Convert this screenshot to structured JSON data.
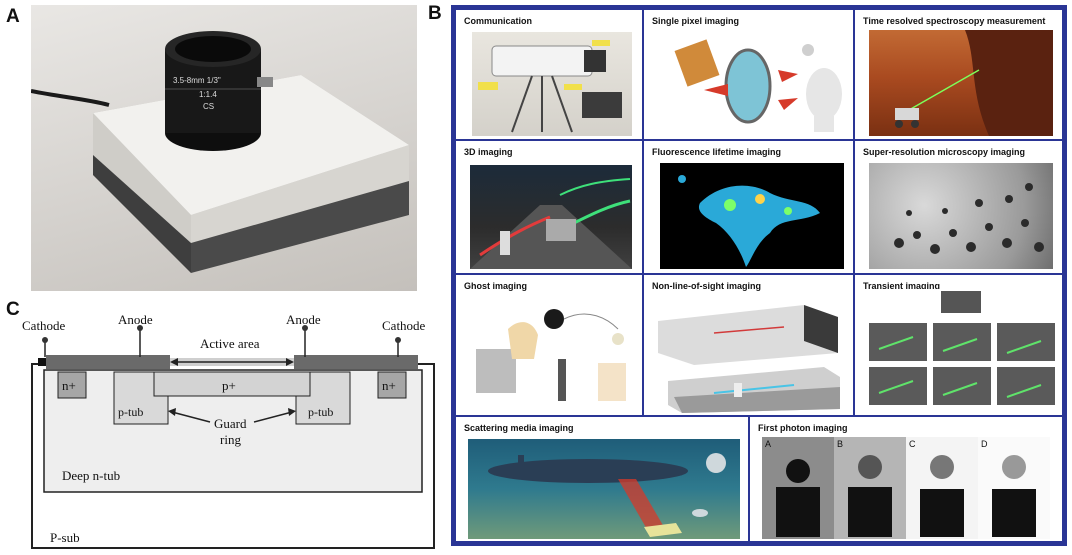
{
  "panels": {
    "a": "A",
    "b": "B",
    "c": "C"
  },
  "lens_text": {
    "line1": "3.5-8mm 1/3\"",
    "line2": "1:1.4",
    "line3": "CS"
  },
  "schematic": {
    "cathode_left": "Cathode",
    "anode_left": "Anode",
    "active_area": "Active area",
    "anode_right": "Anode",
    "cathode_right": "Cathode",
    "n_plus_left": "n+",
    "p_plus": "p+",
    "p_tub_left": "p-tub",
    "p_tub_right": "p-tub",
    "guard": "Guard",
    "ring": "ring",
    "deep_n_tub": "Deep n-tub",
    "p_sub": "P-sub",
    "n_plus_right": "n+"
  },
  "cells": {
    "communication": "Communication",
    "single_pixel": "Single pixel imaging",
    "time_resolved": "Time resolved spectroscopy measurement",
    "imaging_3d": "3D imaging",
    "fluorescence": "Fluorescence lifetime imaging",
    "super_resolution": "Super-resolution microscopy imaging",
    "ghost": "Ghost imaging",
    "nlos": "Non-line-of-sight imaging",
    "transient": "Transient imaging",
    "scattering": "Scattering media imaging",
    "first_photon": "First photon imaging"
  },
  "first_photon_letters": [
    "A",
    "B",
    "C",
    "D"
  ],
  "colors": {
    "grid_border": "#2a3595",
    "device_body": "#f2f1ee",
    "lens_black": "#141414"
  }
}
